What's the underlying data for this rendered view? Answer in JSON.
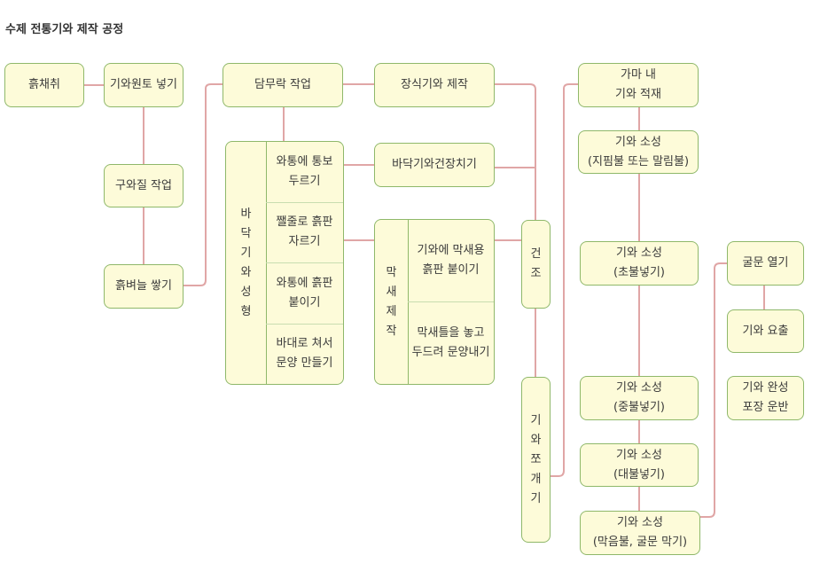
{
  "title": "수제 전통기와 제작 공정",
  "nodes": {
    "soil": "흙채취",
    "mix": "기와원토 넣기",
    "knead": "구와질 작업",
    "pile": "흙벼늘 쌓기",
    "wall": "담무락 작업",
    "ornament": "장식기와 제작",
    "floor": "바닥기와건장치기",
    "dry": "건\n조",
    "split": "기\n와\n쪼\n개\n기",
    "kiln_load": "가마 내\n기와 적재",
    "fire1": "기와 소성\n(지핌불 또는 말림불)",
    "fire2": "기와 소성\n(초불넣기)",
    "fire3": "기와 소성\n(중불넣기)",
    "fire4": "기와 소성\n(대불넣기)",
    "fire5": "기와 소성\n(막음불, 굴문 막기)",
    "open_door": "굴문 열기",
    "take_out": "기와 요출",
    "complete": "기와 완성\n포장 운반"
  },
  "forming": {
    "label": "바\n닥\n기\n와\n성\n형",
    "steps": [
      "와통에 통보\n두르기",
      "쨀줄로 흙판\n자르기",
      "와통에 흙판\n붙이기",
      "바대로 쳐서\n문양 만들기"
    ]
  },
  "makse": {
    "label": "막\n새\n제\n작",
    "steps": [
      "기와에 막새용\n흙판 붙이기",
      "막새틀을 놓고\n두드려 문양내기"
    ]
  }
}
